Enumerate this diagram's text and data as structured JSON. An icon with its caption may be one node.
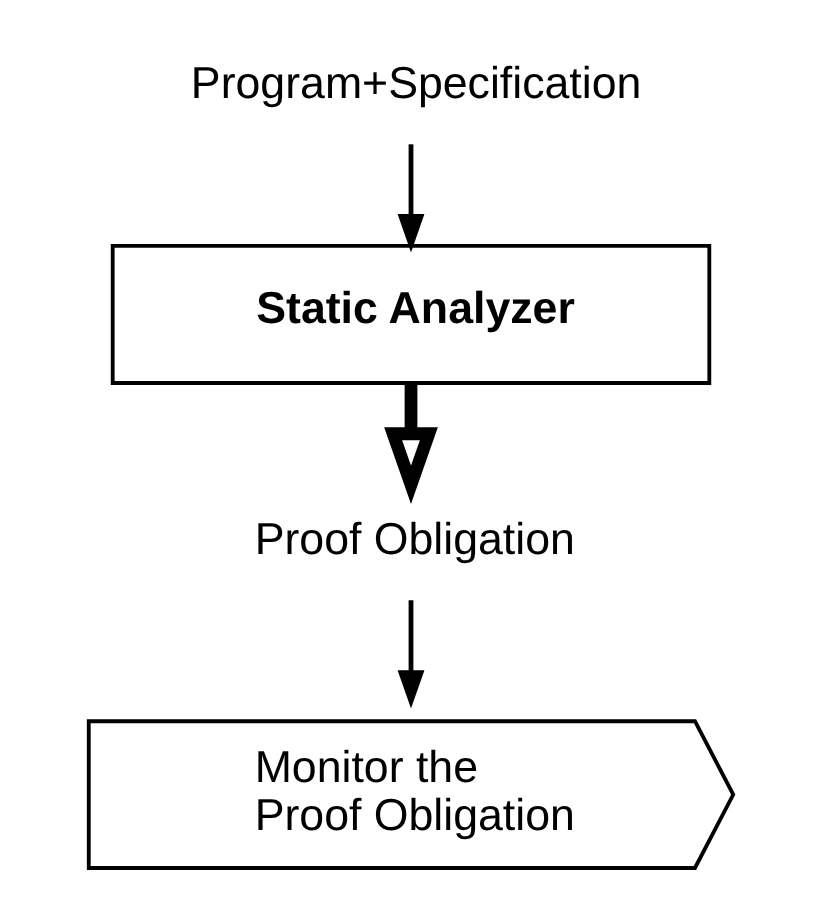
{
  "diagram": {
    "nodes": [
      {
        "text": [
          "Program+Specification"
        ]
      },
      {
        "text": [
          "Static Analyzer"
        ]
      },
      {
        "text": [
          "Proof Obligation"
        ]
      },
      {
        "text": [
          "Monitor the Proof Obligation"
        ]
      }
    ],
    "edges": [
      {
        "from": 0,
        "to": 1,
        "arrow": "to"
      },
      {
        "from": 1,
        "to": 2,
        "arrow": "to",
        "style": "thick"
      },
      {
        "from": 2,
        "to": 3,
        "arrow": "to"
      }
    ]
  }
}
